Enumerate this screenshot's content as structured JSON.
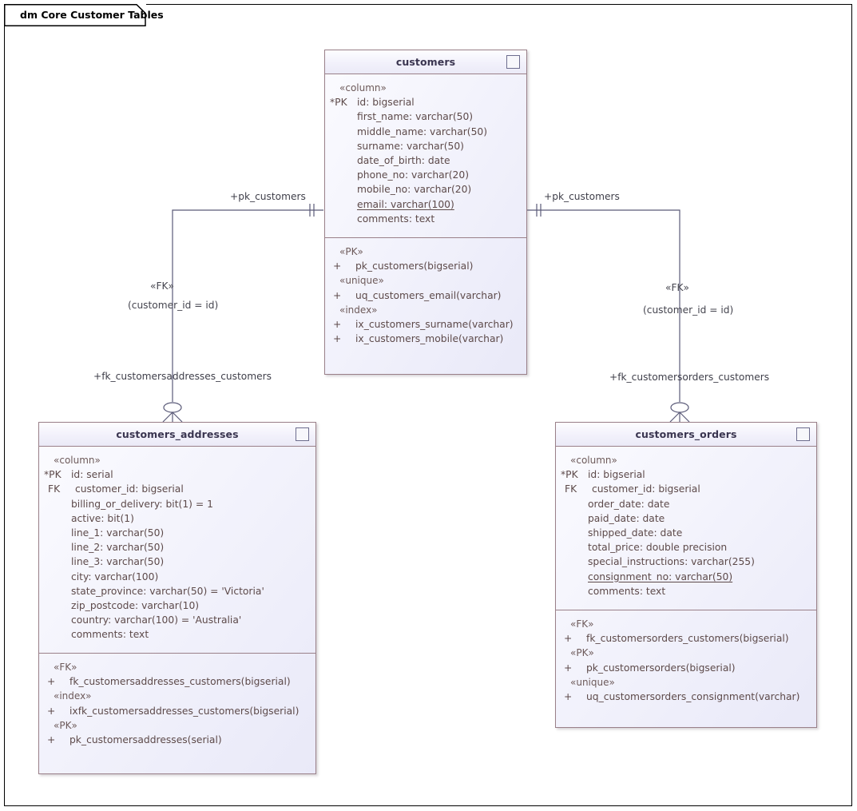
{
  "diagram": {
    "title": "dm Core Customer Tables",
    "frame_border_color": "#000000",
    "table_border_color": "#9a8089",
    "table_fill_color": "#eeeef9",
    "text_color": "#5d4a4a",
    "connector_color": "#5a5a78",
    "icon_accent_color": "#1a3fd4"
  },
  "tables": [
    {
      "name": "customers",
      "icon": "table-icon",
      "compartments": [
        {
          "kind": "columns",
          "stereotype": "«column»",
          "rows": [
            {
              "key": "*PK",
              "text": "id: bigserial",
              "underline": false
            },
            {
              "key": "",
              "text": "first_name: varchar(50)",
              "underline": false
            },
            {
              "key": "",
              "text": "middle_name: varchar(50)",
              "underline": false
            },
            {
              "key": "",
              "text": "surname: varchar(50)",
              "underline": false
            },
            {
              "key": "",
              "text": "date_of_birth: date",
              "underline": false
            },
            {
              "key": "",
              "text": "phone_no: varchar(20)",
              "underline": false
            },
            {
              "key": "",
              "text": "mobile_no: varchar(20)",
              "underline": false
            },
            {
              "key": "",
              "text": "email: varchar(100)",
              "underline": true
            },
            {
              "key": "",
              "text": "comments: text",
              "underline": false
            }
          ]
        },
        {
          "kind": "constraints",
          "groups": [
            {
              "stereotype": "«PK»",
              "items": [
                {
                  "vis": "+",
                  "text": "pk_customers(bigserial)"
                }
              ]
            },
            {
              "stereotype": "«unique»",
              "items": [
                {
                  "vis": "+",
                  "text": "uq_customers_email(varchar)"
                }
              ]
            },
            {
              "stereotype": "«index»",
              "items": [
                {
                  "vis": "+",
                  "text": "ix_customers_surname(varchar)"
                },
                {
                  "vis": "+",
                  "text": "ix_customers_mobile(varchar)"
                }
              ]
            }
          ]
        }
      ]
    },
    {
      "name": "customers_addresses",
      "icon": "table-icon",
      "compartments": [
        {
          "kind": "columns",
          "stereotype": "«column»",
          "rows": [
            {
              "key": "*PK",
              "text": "id: serial",
              "underline": false
            },
            {
              "key": "FK",
              "text": "customer_id: bigserial",
              "underline": false
            },
            {
              "key": "",
              "text": "billing_or_delivery: bit(1) = 1",
              "underline": false
            },
            {
              "key": "",
              "text": "active: bit(1)",
              "underline": false
            },
            {
              "key": "",
              "text": "line_1: varchar(50)",
              "underline": false
            },
            {
              "key": "",
              "text": "line_2: varchar(50)",
              "underline": false
            },
            {
              "key": "",
              "text": "line_3: varchar(50)",
              "underline": false
            },
            {
              "key": "",
              "text": "city: varchar(100)",
              "underline": false
            },
            {
              "key": "",
              "text": "state_province: varchar(50) = 'Victoria'",
              "underline": false
            },
            {
              "key": "",
              "text": "zip_postcode: varchar(10)",
              "underline": false
            },
            {
              "key": "",
              "text": "country: varchar(100) = 'Australia'",
              "underline": false
            },
            {
              "key": "",
              "text": "comments: text",
              "underline": false
            }
          ]
        },
        {
          "kind": "constraints",
          "groups": [
            {
              "stereotype": "«FK»",
              "items": [
                {
                  "vis": "+",
                  "text": "fk_customersaddresses_customers(bigserial)"
                }
              ]
            },
            {
              "stereotype": "«index»",
              "items": [
                {
                  "vis": "+",
                  "text": "ixfk_customersaddresses_customers(bigserial)"
                }
              ]
            },
            {
              "stereotype": "«PK»",
              "items": [
                {
                  "vis": "+",
                  "text": "pk_customersaddresses(serial)"
                }
              ]
            }
          ]
        }
      ]
    },
    {
      "name": "customers_orders",
      "icon": "table-icon",
      "compartments": [
        {
          "kind": "columns",
          "stereotype": "«column»",
          "rows": [
            {
              "key": "*PK",
              "text": "id: bigserial",
              "underline": false
            },
            {
              "key": "FK",
              "text": "customer_id: bigserial",
              "underline": false
            },
            {
              "key": "",
              "text": "order_date: date",
              "underline": false
            },
            {
              "key": "",
              "text": "paid_date: date",
              "underline": false
            },
            {
              "key": "",
              "text": "shipped_date: date",
              "underline": false
            },
            {
              "key": "",
              "text": "total_price: double precision",
              "underline": false
            },
            {
              "key": "",
              "text": "special_instructions: varchar(255)",
              "underline": false
            },
            {
              "key": "",
              "text": "consignment_no: varchar(50)",
              "underline": true
            },
            {
              "key": "",
              "text": "comments: text",
              "underline": false
            }
          ]
        },
        {
          "kind": "constraints",
          "groups": [
            {
              "stereotype": "«FK»",
              "items": [
                {
                  "vis": "+",
                  "text": "fk_customersorders_customers(bigserial)"
                }
              ]
            },
            {
              "stereotype": "«PK»",
              "items": [
                {
                  "vis": "+",
                  "text": "pk_customersorders(bigserial)"
                }
              ]
            },
            {
              "stereotype": "«unique»",
              "items": [
                {
                  "vis": "+",
                  "text": "uq_customersorders_consignment(varchar)"
                }
              ]
            }
          ]
        }
      ]
    }
  ],
  "connectors": [
    {
      "id": "customers-to-addresses",
      "source_role": "+pk_customers",
      "target_role": "+fk_customersaddresses_customers",
      "stereotype": "«FK»",
      "condition": "(customer_id = id)",
      "source_multiplicity": "one",
      "target_multiplicity": "zero-or-many"
    },
    {
      "id": "customers-to-orders",
      "source_role": "+pk_customers",
      "target_role": "+fk_customersorders_customers",
      "stereotype": "«FK»",
      "condition": "(customer_id = id)",
      "source_multiplicity": "one",
      "target_multiplicity": "zero-or-many"
    }
  ]
}
